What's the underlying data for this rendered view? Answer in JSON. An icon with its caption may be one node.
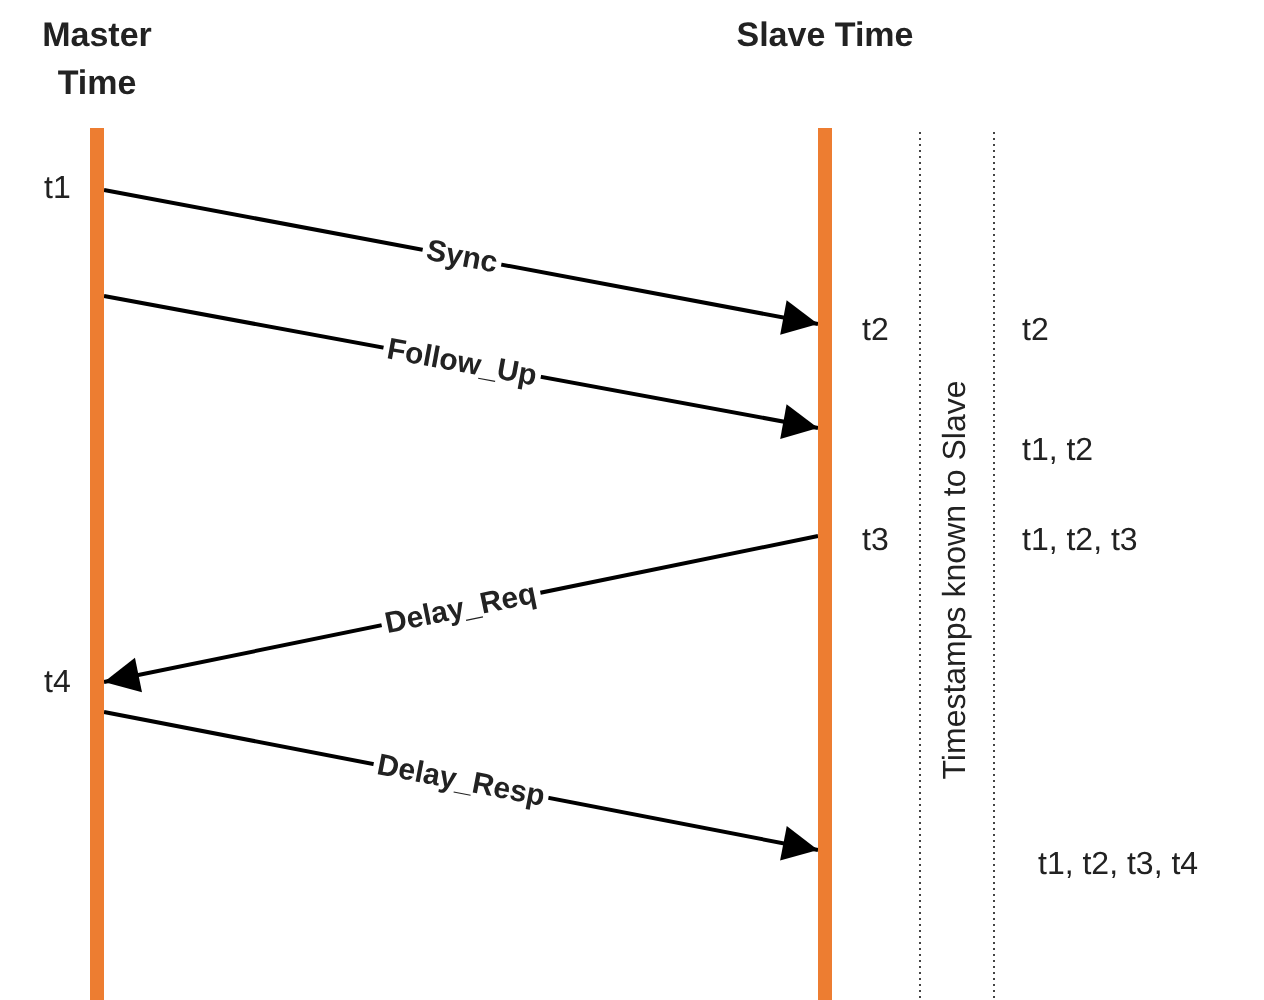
{
  "diagram": {
    "nodes": [
      {
        "text": [
          "Master Time"
        ]
      },
      {
        "text": [
          "Slave Time"
        ]
      }
    ],
    "edges": [
      {
        "from": 0,
        "to": 1,
        "arrow": "to",
        "label": "Sync"
      },
      {
        "from": 0,
        "to": 1,
        "arrow": "to",
        "label": "Follow_Up"
      },
      {
        "from": 1,
        "to": 0,
        "arrow": "to",
        "label": "Delay_Req"
      },
      {
        "from": 0,
        "to": 1,
        "arrow": "to",
        "label": "Delay_Resp"
      }
    ],
    "labels": [
      "t1",
      "t2",
      "t2",
      "t1, t2",
      "t3",
      "t1, t2, t3",
      "t4",
      "Timestamps known to Slave",
      "t1, t2, t3, t4"
    ]
  }
}
